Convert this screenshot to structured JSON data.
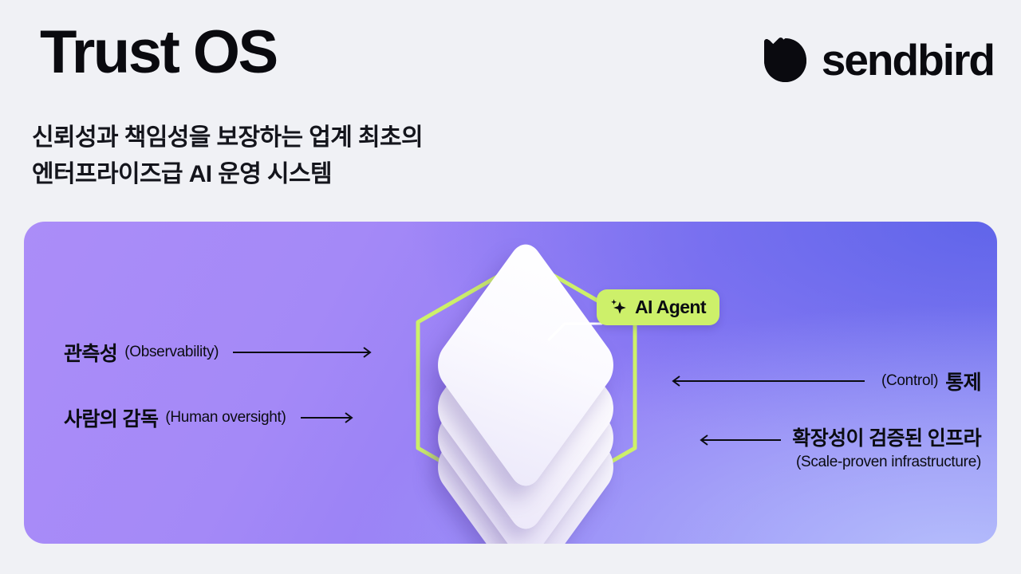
{
  "header": {
    "title": "Trust OS",
    "subtitle_line1": "신뢰성과 책임성을 보장하는 업계 최초의",
    "subtitle_line2": "엔터프라이즈급 AI 운영 시스템",
    "brand_name": "sendbird",
    "brand_mark_icon": "sendbird-bird-mark-icon"
  },
  "diagram": {
    "center": {
      "badge_label": "AI Agent",
      "badge_icon": "sparkle-icon",
      "badge_color": "#cdf06a",
      "hexagon_outline_color": "#cdf06a",
      "layer_count": 4
    },
    "annotations": [
      {
        "id": "observability",
        "korean": "관측성",
        "english": "(Observability)",
        "arrow_icon": "arrow-right-icon",
        "side": "left"
      },
      {
        "id": "human-oversight",
        "korean": "사람의 감독",
        "english": "(Human oversight)",
        "arrow_icon": "arrow-right-icon",
        "side": "left"
      },
      {
        "id": "control",
        "korean": "통제",
        "english": "(Control)",
        "arrow_icon": "arrow-left-icon",
        "side": "right"
      },
      {
        "id": "infrastructure",
        "korean": "확장성이 검증된 인프라",
        "english": "(Scale-proven infrastructure)",
        "arrow_icon": "arrow-left-icon",
        "side": "right"
      }
    ]
  },
  "colors": {
    "page_background": "#f0f1f5",
    "panel_gradient_start": "#ab8df8",
    "panel_gradient_end": "#8b84f4",
    "accent_lime": "#cdf06a",
    "text_primary": "#0b0c12"
  }
}
